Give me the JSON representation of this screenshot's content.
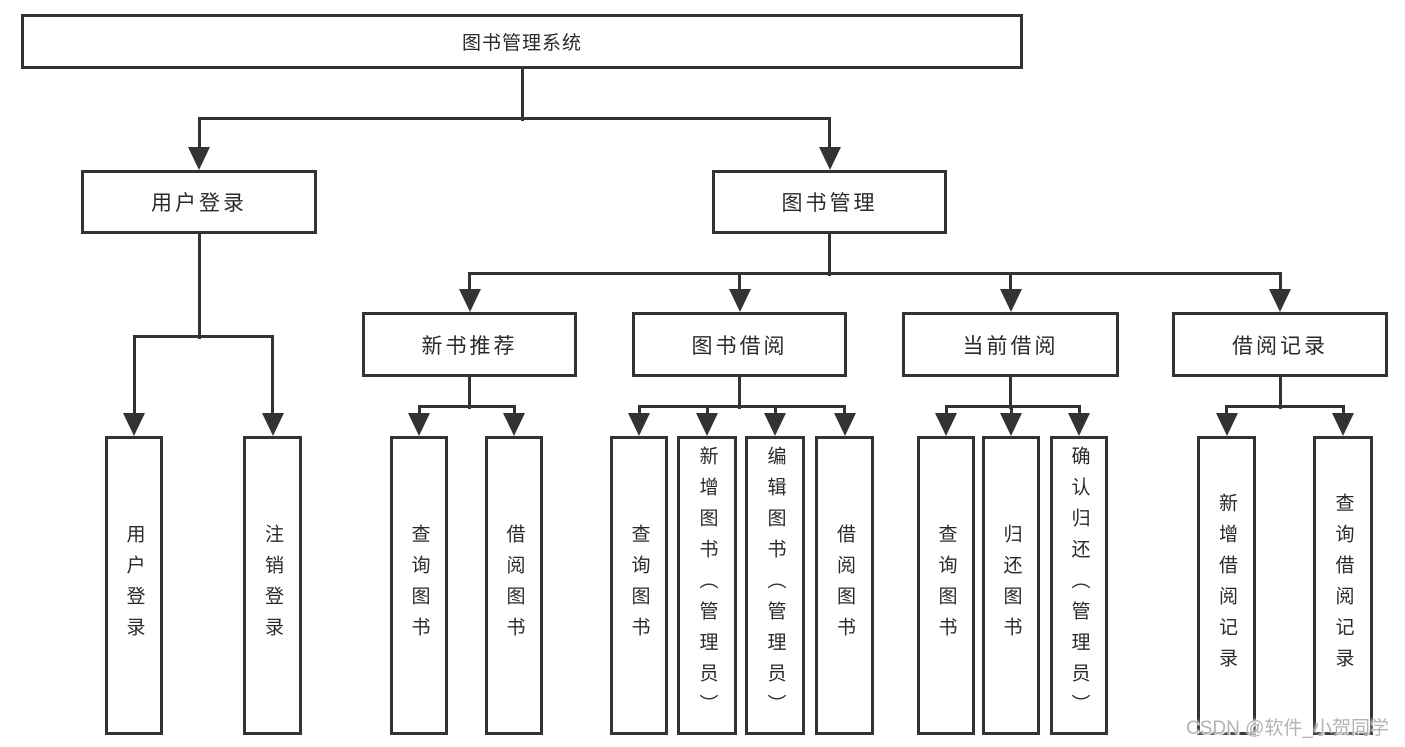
{
  "colors": {
    "line": "#333333",
    "box_border": "#333333",
    "text": "#2a2a2a",
    "watermark": "#b3b3b3",
    "background": "#ffffff"
  },
  "watermark": "CSDN @软件_小贺同学",
  "diagram": {
    "type": "org-chart",
    "root": {
      "label": "图书管理系统",
      "children": [
        {
          "label": "用户登录",
          "children": [
            {
              "label": "用户登录"
            },
            {
              "label": "注销登录"
            }
          ]
        },
        {
          "label": "图书管理",
          "children": [
            {
              "label": "新书推荐",
              "children": [
                {
                  "label": "查询图书"
                },
                {
                  "label": "借阅图书"
                }
              ]
            },
            {
              "label": "图书借阅",
              "children": [
                {
                  "label": "查询图书"
                },
                {
                  "label": "新增图书（管理员）"
                },
                {
                  "label": "编辑图书（管理员）"
                },
                {
                  "label": "借阅图书"
                }
              ]
            },
            {
              "label": "当前借阅",
              "children": [
                {
                  "label": "查询图书"
                },
                {
                  "label": "归还图书"
                },
                {
                  "label": "确认归还（管理员）"
                }
              ]
            },
            {
              "label": "借阅记录",
              "children": [
                {
                  "label": "新增借阅记录"
                },
                {
                  "label": "查询借阅记录"
                }
              ]
            }
          ]
        }
      ]
    }
  }
}
